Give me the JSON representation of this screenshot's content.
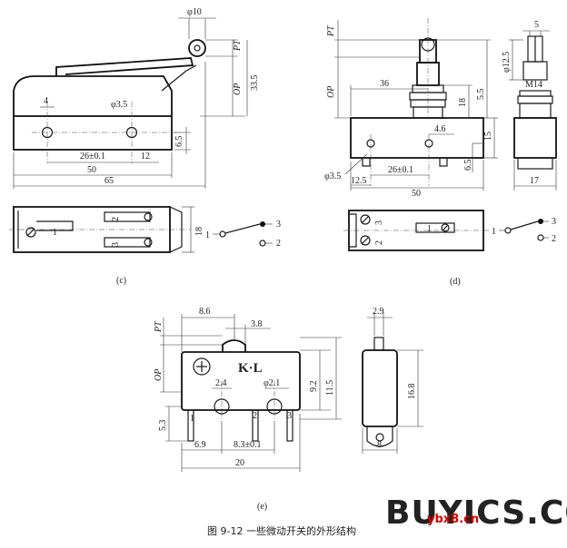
{
  "diagram_c": {
    "label": "(c)",
    "dims": {
      "roller_dia": "φ10",
      "pt": "PT",
      "op": "OP",
      "op_value": "33.5",
      "hole_spacing": "4",
      "hole_dia": "φ3.5",
      "h65": "6.5",
      "pitch": "26±0.1",
      "w12": "12",
      "w50": "50",
      "w65": "65",
      "h18": "18"
    },
    "terminals": [
      "1",
      "2",
      "3"
    ],
    "schematic": [
      "1",
      "3",
      "2"
    ]
  },
  "diagram_d": {
    "label": "(d)",
    "dims": {
      "pt": "PT",
      "op": "OP",
      "w5": "5",
      "dia125": "φ12.5",
      "m14": "M14",
      "w36": "36",
      "h18": "18",
      "h55": "5.5",
      "h46": "4.6",
      "h15": "15",
      "h65": "6.5",
      "hole_dia": "φ3.5",
      "pitch": "26±0.1",
      "w125": "12.5",
      "w50": "50",
      "w17": "17"
    },
    "terminals": [
      "1",
      "2",
      "3"
    ],
    "schematic": [
      "1",
      "3",
      "2"
    ]
  },
  "diagram_e": {
    "label": "(e)",
    "brand": "K·L",
    "dims": {
      "w86": "8.6",
      "w38": "3.8",
      "pt": "PT",
      "op": "OP",
      "h92": "9.2",
      "h115": "11.5",
      "w24": "2.4",
      "dia21": "φ2.1",
      "h53": "5.3",
      "w69": "6.9",
      "pitch": "8.3±0.1",
      "w20": "20",
      "w29": "2.9",
      "h168": "16.8",
      "w8": "8"
    },
    "pins": [
      "1",
      "2",
      "3"
    ]
  },
  "caption": "图 9-12    一些微动开关的外形结构",
  "watermark": "BUYICS.COM",
  "watermark_url": "ybx8.cn"
}
